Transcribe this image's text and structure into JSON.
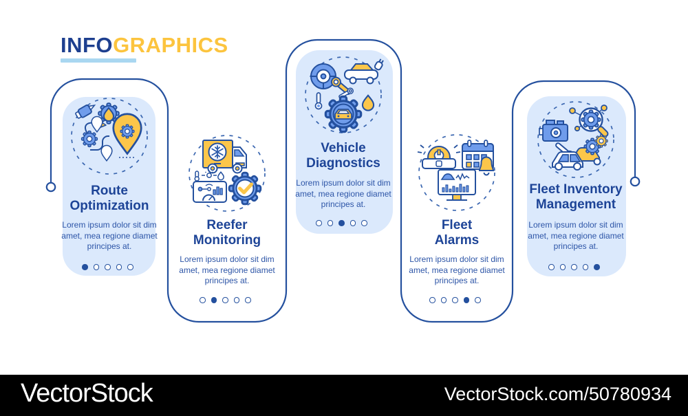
{
  "header": {
    "title_primary": "INFO",
    "title_secondary": "GRAPHICS"
  },
  "colors": {
    "navy_line": "#24509e",
    "title_navy": "#1d4497",
    "body_blue": "#2d55a7",
    "accent_yellow": "#fcc64a",
    "icon_blue": "#6f9ceb",
    "card_light_blue": "#dbe9fc",
    "underline_light_blue": "#a9d7f1",
    "watermark_bar": "#000000"
  },
  "cards": [
    {
      "id": "route-optimization",
      "icon": "route-optimization-icon",
      "title_lines": [
        "Route",
        "Optimization"
      ],
      "body_lines": [
        "Lorem ipsum dolor sit dim",
        "amet, mea regione diamet",
        "principes at."
      ],
      "dots_total": 5,
      "active_dot": 1
    },
    {
      "id": "reefer-monitoring",
      "icon": "reefer-monitoring-icon",
      "title_lines": [
        "Reefer",
        "Monitoring"
      ],
      "body_lines": [
        "Lorem ipsum dolor sit dim",
        "amet, mea regione diamet",
        "principes at."
      ],
      "dots_total": 5,
      "active_dot": 2
    },
    {
      "id": "vehicle-diagnostics",
      "icon": "vehicle-diagnostics-icon",
      "title_lines": [
        "Vehicle",
        "Diagnostics"
      ],
      "body_lines": [
        "Lorem ipsum dolor sit dim",
        "amet, mea regione diamet",
        "principes at."
      ],
      "dots_total": 5,
      "active_dot": 3
    },
    {
      "id": "fleet-alarms",
      "icon": "fleet-alarms-icon",
      "title_lines": [
        "Fleet",
        "Alarms"
      ],
      "body_lines": [
        "Lorem ipsum dolor sit dim",
        "amet, mea regione diamet",
        "principes at."
      ],
      "dots_total": 5,
      "active_dot": 4
    },
    {
      "id": "fleet-inventory-management",
      "icon": "fleet-inventory-management-icon",
      "title_lines": [
        "Fleet Inventory",
        "Management"
      ],
      "body_lines": [
        "Lorem ipsum dolor sit dim",
        "amet, mea regione diamet",
        "principes at."
      ],
      "dots_total": 5,
      "active_dot": 5
    }
  ],
  "watermark_bar": {
    "brand": "VectorStock",
    "url_text": "VectorStock.com/50780934"
  }
}
